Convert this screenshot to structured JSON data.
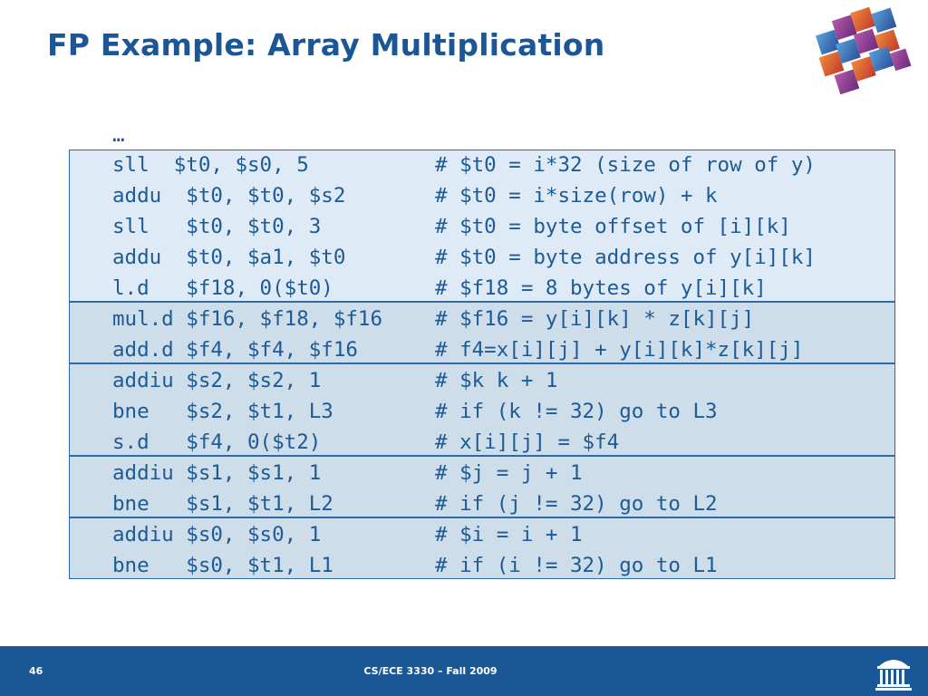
{
  "slide": {
    "title": "FP Example: Array Multiplication",
    "ellipsis": "…",
    "lines": [
      {
        "code": "sll  $t0, $s0, 5",
        "comment": "# $t0 = i*32 (size of row of y)"
      },
      {
        "code": "addu  $t0, $t0, $s2",
        "comment": "# $t0 = i*size(row) + k"
      },
      {
        "code": "sll   $t0, $t0, 3",
        "comment": "# $t0 = byte offset of [i][k]"
      },
      {
        "code": "addu  $t0, $a1, $t0",
        "comment": "# $t0 = byte address of y[i][k]"
      },
      {
        "code": "l.d   $f18, 0($t0)",
        "comment": "# $f18 = 8 bytes of y[i][k]"
      },
      {
        "code": "mul.d $f16, $f18, $f16",
        "comment": "# $f16 = y[i][k] * z[k][j]"
      },
      {
        "code": "add.d $f4, $f4, $f16",
        "comment": "# f4=x[i][j] + y[i][k]*z[k][j]"
      },
      {
        "code": "addiu $s2, $s2, 1",
        "comment": "# $k k + 1"
      },
      {
        "code": "bne   $s2, $t1, L3",
        "comment": "# if (k != 32) go to L3"
      },
      {
        "code": "s.d   $f4, 0($t2)",
        "comment": "# x[i][j] = $f4"
      },
      {
        "code": "addiu $s1, $s1, 1",
        "comment": "# $j = j + 1"
      },
      {
        "code": "bne   $s1, $t1, L2",
        "comment": "# if (j != 32) go to L2"
      },
      {
        "code": "addiu $s0, $s0, 1",
        "comment": "# $i = i + 1"
      },
      {
        "code": "bne   $s0, $t1, L1",
        "comment": "# if (i != 32) go to L1"
      }
    ]
  },
  "footer": {
    "slide_number": "46",
    "course": "CS/ECE 3330 – Fall 2009"
  },
  "colors": {
    "title": "#1b5797",
    "code_text": "#1e5a95",
    "box_light": "#deebf7",
    "box_dark": "#cddde9",
    "footer_bar": "#1b5797"
  },
  "icons": [
    "3d-cube-logo-icon",
    "rotunda-logo-icon"
  ]
}
